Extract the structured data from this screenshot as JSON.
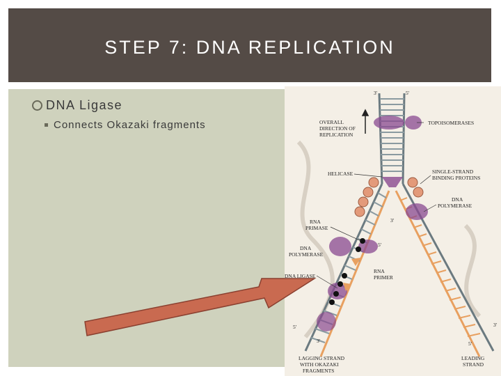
{
  "slide": {
    "title": "STEP 7: DNA REPLICATION",
    "bullet_main": "DNA Ligase",
    "bullet_sub": "Connects Okazaki fragments"
  },
  "figure": {
    "prime_top_left": "3'",
    "prime_top_right": "5'",
    "label_overall_1": "OVERALL",
    "label_overall_2": "DIRECTION OF",
    "label_overall_3": "REPLICATION",
    "label_topoisomerases": "TOPOISOMERASES",
    "label_helicase": "HELICASE",
    "label_ssb_1": "SINGLE-STRAND",
    "label_ssb_2": "BINDING PROTEINS",
    "label_dnapol_r1": "DNA",
    "label_dnapol_r2": "POLYMERASE",
    "label_rnaprimase_1": "RNA",
    "label_rnaprimase_2": "PRIMASE",
    "label_dnapol_l1": "DNA",
    "label_dnapol_l2": "POLYMERASE",
    "label_rnaprimer_1": "RNA",
    "label_rnaprimer_2": "PRIMER",
    "label_dnaligase": "DNA LIGASE",
    "label_lagging_1": "LAGGING STRAND",
    "label_lagging_2": "WITH OKAZAKI",
    "label_lagging_3": "FRAGMENTS",
    "label_leading_1": "LEADING",
    "label_leading_2": "STRAND",
    "prime_mid_right": "3'",
    "prime_mid_left": "5'",
    "prime_low_left": "5'",
    "prime_bottom_left": "3'",
    "prime_bottom_right_a": "3'",
    "prime_bottom_right_b": "5'"
  },
  "colors": {
    "title_bar": "#544b46",
    "panel": "#cfd2bd",
    "pointer_arrow": "#c96a50",
    "strand": "#6b7a80",
    "new_strand": "#e8a060",
    "enzyme": "#8a4a90"
  },
  "icons": {
    "bullet_main": "ring-bullet-icon",
    "bullet_sub": "square-bullet-icon",
    "pointer": "arrow-icon"
  }
}
